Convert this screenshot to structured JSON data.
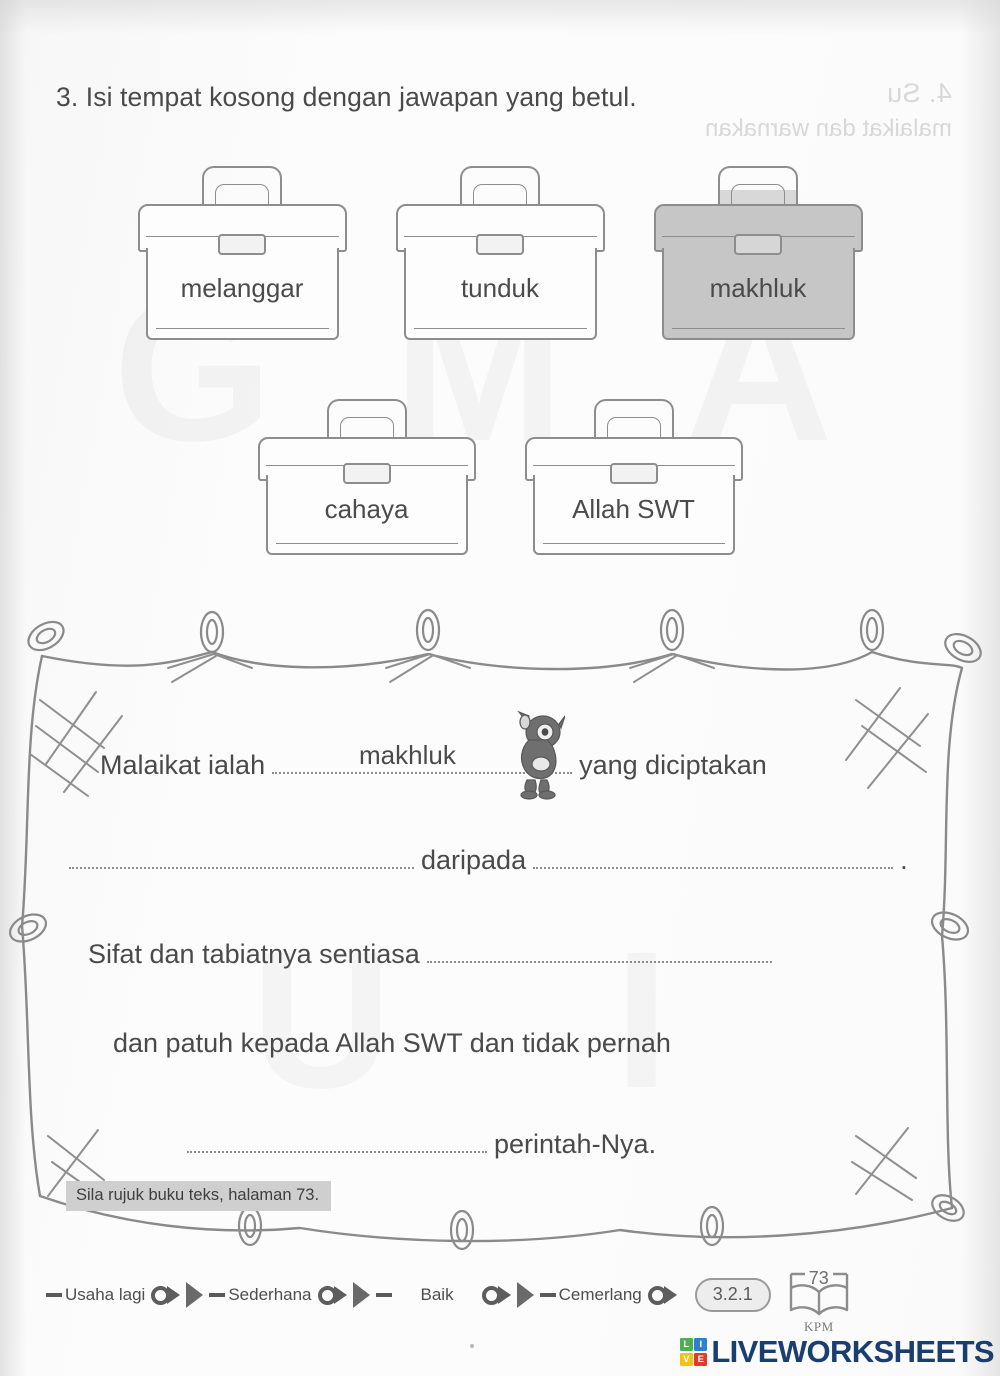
{
  "question": {
    "number": "3.",
    "instruction": "3. Isi tempat kosong dengan jawapan yang betul."
  },
  "ghost_text": {
    "line1": "4. Su",
    "line2": "malaikat dan warnakan"
  },
  "watermark": {
    "letters": [
      "G",
      "M",
      "A"
    ],
    "letters2": [
      "U",
      "I"
    ]
  },
  "word_bank": {
    "row1": [
      {
        "word": "melanggar",
        "used": false
      },
      {
        "word": "tunduk",
        "used": false
      },
      {
        "word": "makhluk",
        "used": true
      }
    ],
    "row2": [
      {
        "word": "cahaya",
        "used": false
      },
      {
        "word": "Allah SWT",
        "used": false
      }
    ]
  },
  "exercise": {
    "line1_before": "Malaikat ialah",
    "line1_after": "yang diciptakan",
    "line2_middle": "daripada",
    "line2_tail": ".",
    "line3_before": "Sifat dan tabiatnya sentiasa",
    "line4": "dan patuh kepada Allah SWT dan tidak pernah",
    "line5_after": "perintah-Nya.",
    "answer_chip": "makhluk"
  },
  "note": "Sila rujuk buku teks, halaman 73.",
  "rating": {
    "items": [
      "Usaha lagi",
      "Sederhana",
      "Baik",
      "Cemerlang"
    ],
    "code": "3.2.1",
    "page": "73",
    "publisher": "KPM"
  },
  "logo": {
    "tiles": [
      {
        "letter": "L",
        "color": "#4caf50"
      },
      {
        "letter": "I",
        "color": "#2f7fd1"
      },
      {
        "letter": "V",
        "color": "#f2c11c"
      },
      {
        "letter": "E",
        "color": "#e23b2e"
      }
    ],
    "text": "LIVEWORKSHEETS",
    "text_color": "#1a3e70"
  }
}
